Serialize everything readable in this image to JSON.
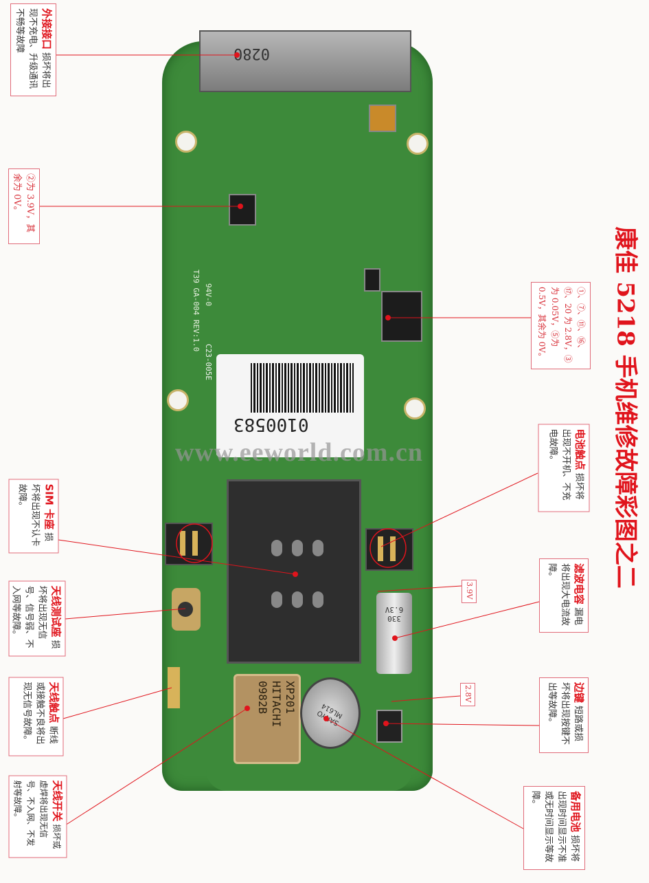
{
  "title": "康佳 5218 手机维修故障彩图之二",
  "watermark": "www.eeworld.com.cn",
  "board": {
    "connector_marking": "0280",
    "pcb_text_1": "94V-0",
    "pcb_text_2": "C23-005E",
    "pcb_text_3": "T39 GA-004 REV:1.0",
    "label_number": "0100583",
    "crystal_marking": "XP201 HITACHI 0982B",
    "coin_battery_marking": "SANYO ML614",
    "capacitor_marking": "330 6.3V"
  },
  "annotations": [
    {
      "id": "external-port",
      "title": "外接接口",
      "desc": "损坏将出现不充电、升级通讯不畅等故障"
    },
    {
      "id": "ic-voltage-1",
      "title": "",
      "desc": "②为 3.9V，其余为 0V。"
    },
    {
      "id": "ic-voltage-2",
      "title": "",
      "desc": "①、⑦、⑪、⑯、⑰、20 为 2.8V，③为 0.05V，⑤为 0.5V，其余为 0V。"
    },
    {
      "id": "battery-contact",
      "title": "电池触点",
      "desc": "损坏将出现不开机、不充电故障。"
    },
    {
      "id": "sim-holder",
      "title": "SIM 卡座",
      "desc": "损坏将出现不认卡故障。"
    },
    {
      "id": "antenna-test-socket",
      "title": "天线测试座",
      "desc": "损坏将出现无信号、信号弱、不入网等故障。"
    },
    {
      "id": "antenna-contact",
      "title": "天线触点",
      "desc": "断线或接触不良将出现无信号故障。"
    },
    {
      "id": "antenna-switch",
      "title": "天线开关",
      "desc": "损坏或虚焊将出现无信号、不入网、不发射等故障。"
    },
    {
      "id": "voltage-3v9",
      "title": "",
      "desc": "3.9V"
    },
    {
      "id": "filter-capacitor",
      "title": "滤波电容",
      "desc": "漏电将出现大电流故障。"
    },
    {
      "id": "voltage-2v8",
      "title": "",
      "desc": "2.8V"
    },
    {
      "id": "side-key",
      "title": "边键",
      "desc": "短路或损坏将出现按键不出等故障。"
    },
    {
      "id": "backup-battery",
      "title": "备用电池",
      "desc": "损坏将出现时间显示不准或无时间显示等故障。"
    }
  ],
  "colors": {
    "accent": "#e0141c",
    "pcb": "#3d8a3a",
    "leader": "#e0141c"
  }
}
